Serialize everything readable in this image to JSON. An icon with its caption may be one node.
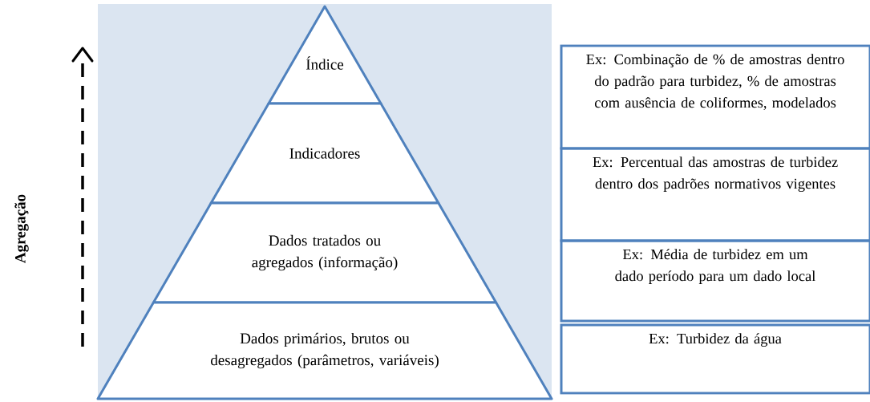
{
  "diagram": {
    "nodes": [
      {
        "text": [
          "Índice"
        ]
      },
      {
        "text": [
          "Indicadores"
        ]
      },
      {
        "text": [
          "Dados tratados ou agregados (informação)"
        ]
      },
      {
        "text": [
          "Dados primários, brutos ou desagregados (parâmetros, variáveis)"
        ]
      },
      {
        "text": [
          "Ex: Combinação de % de amostras dentro do padrão para turbidez, % de amostras com ausência de coliformes, modelados"
        ]
      },
      {
        "text": [
          "Ex: Percentual das amostras de turbidez dentro dos padrões normativos vigentes"
        ]
      },
      {
        "text": [
          "Ex: Média de turbidez em um dado período para um dado local"
        ]
      },
      {
        "text": [
          "Ex: Turbidez da água"
        ]
      }
    ],
    "labels": [
      "Agregação"
    ]
  }
}
